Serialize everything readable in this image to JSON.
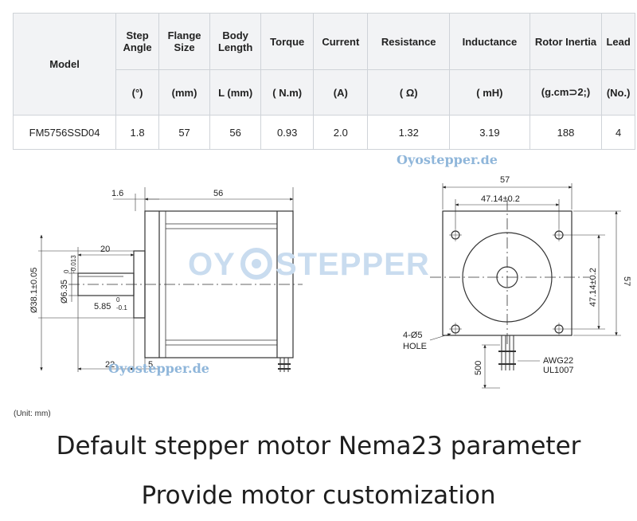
{
  "table": {
    "headers_top": {
      "model": "Model",
      "step_angle": "Step Angle",
      "flange_size": "Flange Size",
      "body_length": "Body Length",
      "torque": "Torque",
      "current": "Current",
      "resistance": "Resistance",
      "inductance": "Inductance",
      "rotor_inertia": "Rotor Inertia",
      "lead": "Lead"
    },
    "units": {
      "step_angle": "(°)",
      "flange_size": "(mm)",
      "body_length": "L (mm)",
      "torque": "( N.m)",
      "current": "(A)",
      "resistance": "( Ω)",
      "inductance": "( mH)",
      "rotor_inertia": "(g.cm⊃2;)",
      "lead": "(No.)"
    },
    "row": {
      "model": "FM5756SSD04",
      "step_angle": "1.8",
      "flange_size": "57",
      "body_length": "56",
      "torque": "0.93",
      "current": "2.0",
      "resistance": "1.32",
      "inductance": "3.19",
      "rotor_inertia": "188",
      "lead": "4"
    }
  },
  "watermarks": {
    "top": "Oyostepper.de",
    "bottom": "Oyostepper.de",
    "logo_left": "OY",
    "logo_right": "STEPPER"
  },
  "drawing": {
    "side": {
      "flange_thickness": "1.6",
      "body_length": "56",
      "shaft_flat": "20",
      "pilot_dia": "Ø38.1±0.05",
      "shaft_dia": "Ø6.35",
      "shaft_tol_up": "0",
      "shaft_tol_down": "-0.013",
      "flat_depth": "5.85",
      "flat_tol_up": "0",
      "flat_tol_down": "-0.1",
      "shaft_length": "22",
      "boss_length": "5"
    },
    "front": {
      "flange": "57",
      "hole_spacing_h": "47.14±0.2",
      "hole_spacing_v": "47.14±0.2",
      "flange_v": "57",
      "holes_label": "4-Ø5",
      "holes_label2": "HOLE",
      "lead_length": "500",
      "wire_gauge": "AWG22",
      "wire_type": "UL1007"
    }
  },
  "unit_note": "(Unit: mm)",
  "captions": {
    "line1": "Default stepper motor Nema23 parameter",
    "line2": "Provide motor customization"
  }
}
